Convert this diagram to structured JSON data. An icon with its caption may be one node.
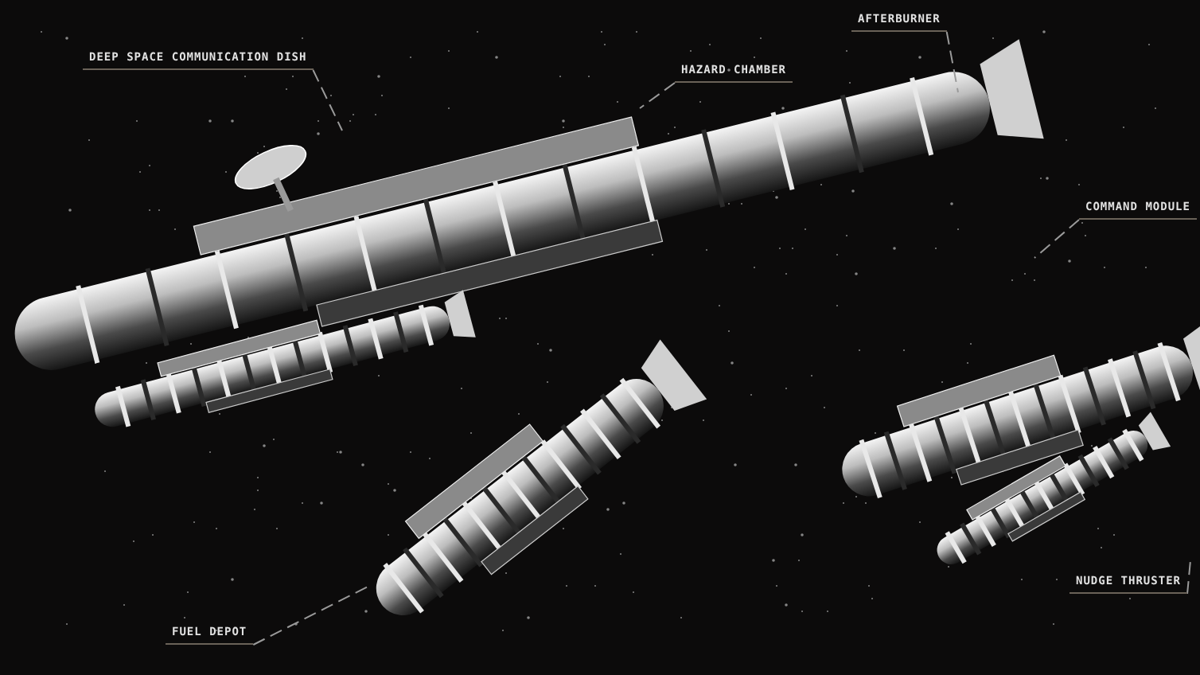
{
  "diagram": {
    "nodes": [
      {
        "text": [
          "DEEP SPACE COMMUNICATION DISH"
        ]
      },
      {
        "text": [
          "HAZARD CHAMBER"
        ]
      },
      {
        "text": [
          "AFTERBURNER"
        ]
      },
      {
        "text": [
          "COMMAND MODULE"
        ]
      },
      {
        "text": [
          "FUEL DEPOT"
        ]
      },
      {
        "text": [
          "NUDGE THRUSTER"
        ]
      }
    ],
    "edges": [
      {
        "from": 0,
        "to": null,
        "arrow": "none",
        "style": "dashed"
      },
      {
        "from": 1,
        "to": null,
        "arrow": "none",
        "style": "dashed"
      },
      {
        "from": 2,
        "to": null,
        "arrow": "none",
        "style": "dashed"
      },
      {
        "from": 3,
        "to": null,
        "arrow": "none",
        "style": "dashed"
      },
      {
        "from": 4,
        "to": null,
        "arrow": "none",
        "style": "dashed"
      },
      {
        "from": 5,
        "to": null,
        "arrow": "none",
        "style": "dashed"
      }
    ]
  }
}
